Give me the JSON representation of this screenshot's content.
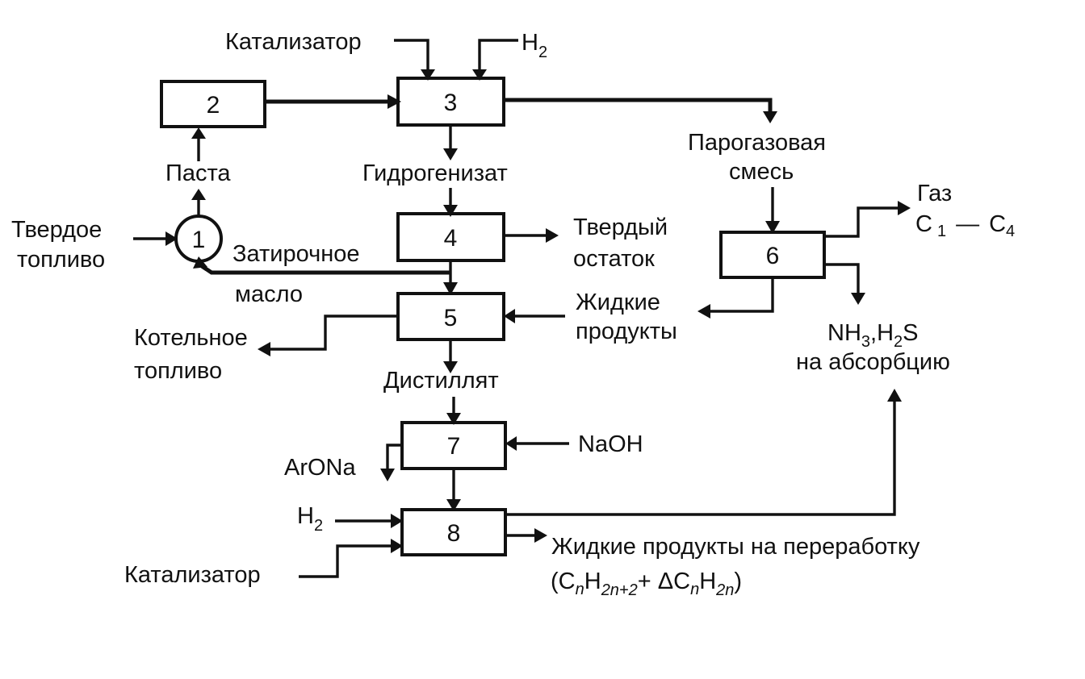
{
  "blocks": {
    "b1": "1",
    "b2": "2",
    "b3": "3",
    "b4": "4",
    "b5": "5",
    "b6": "6",
    "b7": "7",
    "b8": "8"
  },
  "labels": {
    "catalyst_top": "Катализатор",
    "h2_top": "H",
    "h2_top_sub": "2",
    "paste": "Паста",
    "hydrogenizate": "Гидрогенизат",
    "steam_gas_1": "Парогазовая",
    "steam_gas_2": "смесь",
    "gas": "Газ",
    "gas_formula": "С",
    "gas_sub1": "1",
    "gas_dash": "—",
    "gas_c4": "С",
    "gas_sub4": "4",
    "solid_fuel_1": "Твердое",
    "solid_fuel_2": "топливо",
    "grinding_oil_1": "Затирочное",
    "grinding_oil_2": "масло",
    "solid_residue_1": "Твердый",
    "solid_residue_2": "остаток",
    "liquid_products_1": "Жидкие",
    "liquid_products_2": "продукты",
    "nh3": "NH",
    "nh3_sub": "3",
    "h2s": ",H",
    "h2s_sub": "2",
    "h2s_s": "S",
    "absorption": "на абсорбцию",
    "boiler_fuel_1": "Котельное",
    "boiler_fuel_2": "топливо",
    "distillate": "Дистиллят",
    "naoh": "NaOH",
    "arona": "ArONa",
    "h2_bottom": "H",
    "h2_bottom_sub": "2",
    "catalyst_bottom": "Катализатор",
    "liquid_refining": "Жидкие продукты на переработку",
    "formula_open": "(C",
    "formula_n1": "n",
    "formula_h": "H",
    "formula_2n2": "2n+2",
    "formula_plus": "+ ΔC",
    "formula_n2": "n",
    "formula_h2": "H",
    "formula_2n": "2n",
    "formula_close": ")"
  }
}
